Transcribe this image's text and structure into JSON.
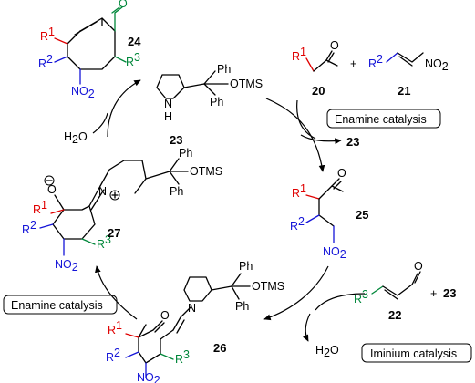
{
  "labels": {
    "l20": "20",
    "l21": "21",
    "l22": "22",
    "l23": "23",
    "l24": "24",
    "l25": "25",
    "l26": "26",
    "l27": "27"
  },
  "catalysis": {
    "enamine_top": "Enamine catalysis",
    "enamine_left": "Enamine catalysis",
    "iminium": "Iminium catalysis"
  },
  "byproducts": {
    "water_top": "H2O",
    "water_bottom": "H2O",
    "cat_out": "23",
    "cat_in": "23",
    "plus_top": "+",
    "plus_right": "+"
  },
  "atoms": {
    "ph": "Ph",
    "otms": "OTMS",
    "N": "N",
    "H": "H",
    "O": "O",
    "no2": "NO2",
    "R": "R"
  }
}
